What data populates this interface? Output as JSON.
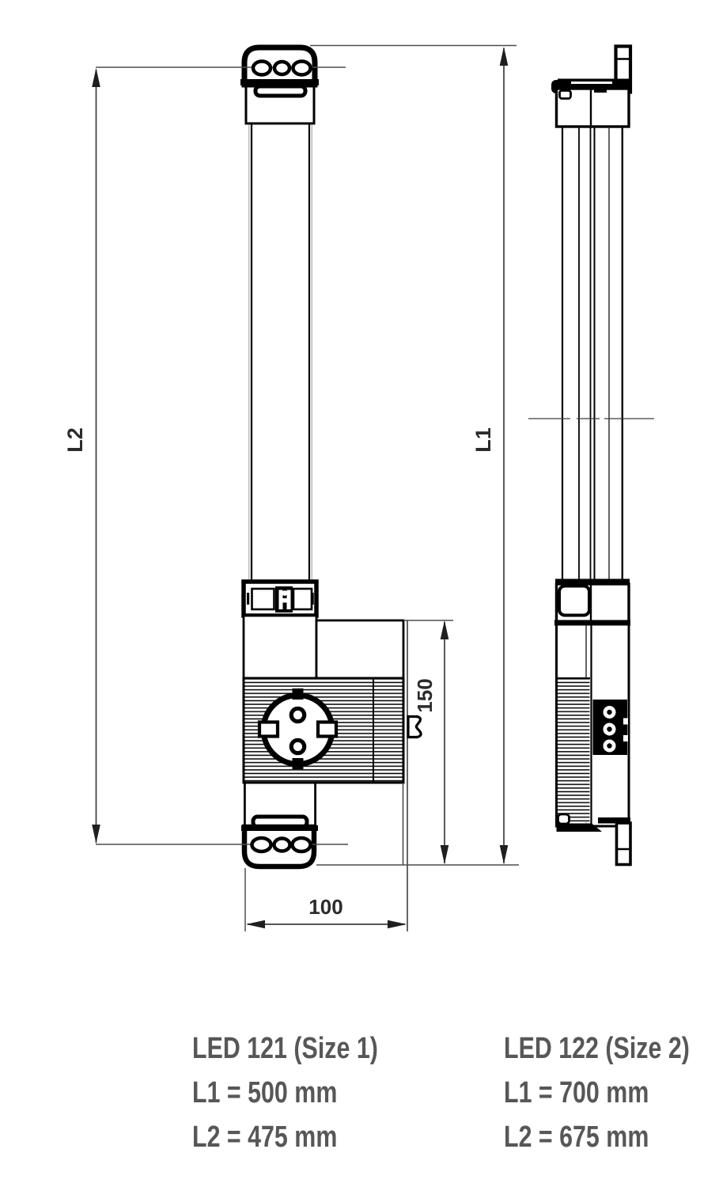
{
  "drawing": {
    "kind": "dimensional drawing",
    "views": {
      "front": "front view",
      "side": "side view"
    }
  },
  "dimensions": {
    "l2_label": "L2",
    "l1_label": "L1",
    "depth_label": "150",
    "width_label": "100"
  },
  "products": [
    {
      "name": "LED 121 (Size 1)",
      "l1": "L1 = 500 mm",
      "l2": "L2 = 475 mm"
    },
    {
      "name": "LED 122 (Size 2)",
      "l1": "L1 = 700 mm",
      "l2": "L2 = 675 mm"
    }
  ],
  "colors": {
    "object_line": "#000000",
    "dimension_line": "#3c3c3c",
    "extension_line": "#4d4d4d",
    "note_text": "#575757",
    "background": "#ffffff"
  }
}
